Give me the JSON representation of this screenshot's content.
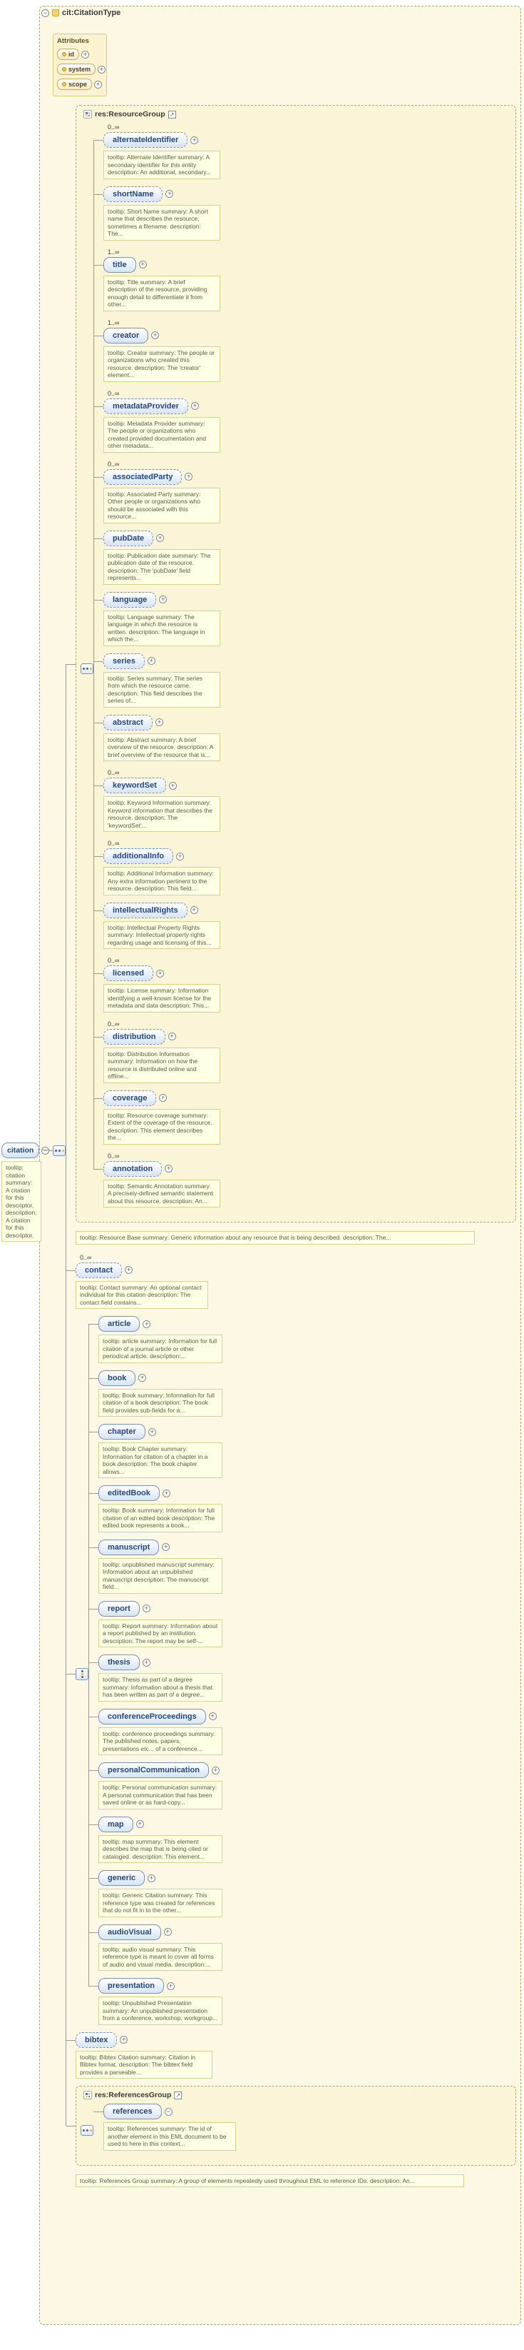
{
  "root": {
    "type_label": "cit:CitationType",
    "attributes": {
      "header": "Attributes",
      "items": [
        {
          "name": "id"
        },
        {
          "name": "system"
        },
        {
          "name": "scope"
        }
      ]
    }
  },
  "citation": {
    "name": "citation",
    "tooltip": "tooltip: citation summary: A citation for this descriptor. description: A citation for this descriptor."
  },
  "resource_group": {
    "label": "res:ResourceGroup",
    "group_tooltip": "tooltip: Resource Base summary: Generic information about any resource that is being described. description: The...",
    "items": [
      {
        "name": "alternateIdentifier",
        "occurs": "0..∞",
        "tooltip": "tooltip: Alternate Identifier summary: A secondary identifier for this entity description: An additional, secondary..."
      },
      {
        "name": "shortName",
        "occurs": "",
        "tooltip": "tooltip: Short Name summary: A short name that describes the resource, sometimes a filename. description: The..."
      },
      {
        "name": "title",
        "occurs": "1..∞",
        "tooltip": "tooltip: Title summary: A brief description of the resource, providing enough detail to differentiate it from other..."
      },
      {
        "name": "creator",
        "occurs": "1..∞",
        "tooltip": "tooltip: Creator summary: The people or organizations who created this resource. description: The 'creator' element..."
      },
      {
        "name": "metadataProvider",
        "occurs": "0..∞",
        "tooltip": "tooltip: Metadata Provider summary: The people or organizations who created provided documentation and other metadata..."
      },
      {
        "name": "associatedParty",
        "occurs": "0..∞",
        "tooltip": "tooltip: Associated Party summary: Other people or organizations who should be associated with this resource..."
      },
      {
        "name": "pubDate",
        "occurs": "",
        "tooltip": "tooltip: Publication date summary: The publication date of the resource. description: The 'pubDate' field represents..."
      },
      {
        "name": "language",
        "occurs": "",
        "tooltip": "tooltip: Language summary: The language in which the resource is written. description: The language in which the..."
      },
      {
        "name": "series",
        "occurs": "",
        "tooltip": "tooltip: Series summary: The series from which the resource came. description: This field describes the series of..."
      },
      {
        "name": "abstract",
        "occurs": "",
        "tooltip": "tooltip: Abstract summary: A brief overview of the resource. description: A brief overview of the resource that is..."
      },
      {
        "name": "keywordSet",
        "occurs": "0..∞",
        "tooltip": "tooltip: Keyword Information summary: Keyword information that describes the resource. description: The 'keywordSet'..."
      },
      {
        "name": "additionalInfo",
        "occurs": "0..∞",
        "tooltip": "tooltip: Additional Information summary: Any extra information pertinent to the resource. description: This field..."
      },
      {
        "name": "intellectualRights",
        "occurs": "",
        "tooltip": "tooltip: Intellectual Property Rights summary: Intellectual property rights regarding usage and licensing of this..."
      },
      {
        "name": "licensed",
        "occurs": "0..∞",
        "tooltip": "tooltip: License summary: Information identifying a well-known license for the metadata and data description: This..."
      },
      {
        "name": "distribution",
        "occurs": "0..∞",
        "tooltip": "tooltip: Distribution Information summary: Information on how the resource is distributed online and offline..."
      },
      {
        "name": "coverage",
        "occurs": "",
        "tooltip": "tooltip: Resource coverage summary: Extent of the coverage of the resource. description: This element describes the..."
      },
      {
        "name": "annotation",
        "occurs": "0..∞",
        "tooltip": "tooltip: Semantic Annotation summary: A precisely-defined semantic statement about this resource. description: An..."
      }
    ]
  },
  "contact": {
    "name": "contact",
    "occurs": "0..∞",
    "tooltip": "tooltip: Contact summary: An optional contact individual for this citation description: The contact field contains..."
  },
  "reference_types": {
    "items": [
      {
        "name": "article",
        "tooltip": "tooltip: article summary: Information for full citation of a journal article or other periodical article. description:..."
      },
      {
        "name": "book",
        "tooltip": "tooltip: Book summary: Information for full citation of a book description: The book field provides sub-fields for a..."
      },
      {
        "name": "chapter",
        "tooltip": "tooltip: Book Chapter summary: Information for citation of a chapter in a book description: The book chapter allows..."
      },
      {
        "name": "editedBook",
        "tooltip": "tooltip: Book summary: Information for full citation of an edited book description: The edited book represents a book..."
      },
      {
        "name": "manuscript",
        "tooltip": "tooltip: unpublished manuscript summary: Information about an unpublished manuscript description: The manuscript field..."
      },
      {
        "name": "report",
        "tooltip": "tooltip: Report summary: Information about a report published by an institution. description: The report may be self-..."
      },
      {
        "name": "thesis",
        "tooltip": "tooltip: Thesis as part of a degree summary: Information about a thesis that has been written as part of a degree..."
      },
      {
        "name": "conferenceProceedings",
        "tooltip": "tooltip: conference proceedings summary: The published notes, papers, presentations etc... of a conference..."
      },
      {
        "name": "personalCommunication",
        "tooltip": "tooltip: Personal communication summary: A personal communication that has been saved online or as hard-copy..."
      },
      {
        "name": "map",
        "tooltip": "tooltip: map summary: This element describes the map that is being cited or cataloged. description: This element..."
      },
      {
        "name": "generic",
        "tooltip": "tooltip: Generic Citation summary: This reference type was created for references that do not fit in to the other..."
      },
      {
        "name": "audioVisual",
        "tooltip": "tooltip: audio visual summary: This reference type is meant to cover all forms of audio and visual media. description:..."
      },
      {
        "name": "presentation",
        "tooltip": "tooltip: Unpublished Presentation summary: An unpublished presentation from a conference, workshop, workgroup..."
      }
    ]
  },
  "bibtex": {
    "name": "bibtex",
    "tooltip": "tooltip: Bibtex Citation summary: Citation in Bibtex format. description: The bibtex field provides a parseable..."
  },
  "references_group": {
    "label": "res:ReferencesGroup",
    "group_tooltip": "tooltip: References Group summary: A group of elements repeatedly used throughout EML to reference IDs. description: An...",
    "references": {
      "name": "references",
      "tooltip": "tooltip: References summary: The id of another element in this EML document to be used to here in this context..."
    }
  }
}
